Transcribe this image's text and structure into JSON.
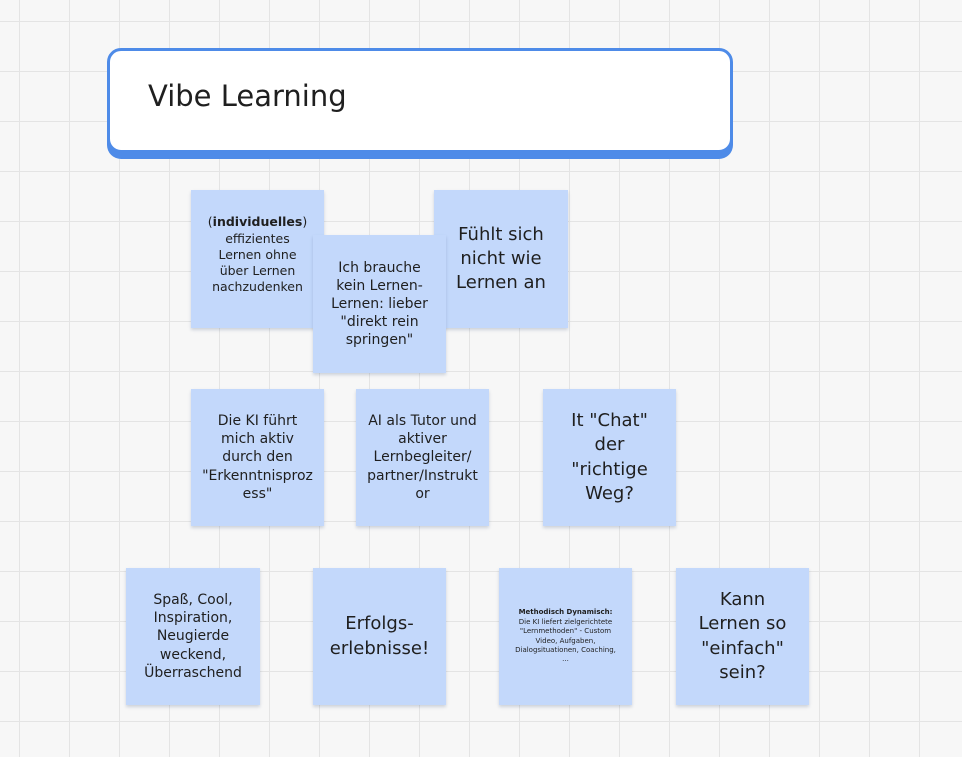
{
  "board": {
    "frame_title": "Vibe Learning"
  },
  "notes": {
    "n1": {
      "prefix": "(",
      "bold": "individuelles",
      "suffix": ")",
      "line2": "effizientes",
      "line3": "Lernen ohne",
      "line4": "über Lernen",
      "line5": "nachzudenken"
    },
    "n2": {
      "text": "Ich brauche kein Lernen-Lernen: lieber \"direkt rein springen\""
    },
    "n3": {
      "text": "Fühlt sich nicht wie Lernen an"
    },
    "n4": {
      "text": "Die KI führt mich aktiv durch den \"Erkenntnisprozess\""
    },
    "n5": {
      "text": "AI als Tutor und aktiver Lernbegleiter/ partner/Instruktor"
    },
    "n6": {
      "text": "It \"Chat\" der \"richtige Weg?"
    },
    "n7": {
      "text": "Spaß, Cool, Inspiration, Neugierde weckend, Überraschend"
    },
    "n8": {
      "text": "Erfolgs-erlebnisse!"
    },
    "n9": {
      "bold": "Methodisch Dynamisch:",
      "text": "Die KI liefert zielgerichtete \"Lernmethoden\" - Custom Video, Aufgaben, Dialogsituationen, Coaching, ..."
    },
    "n10": {
      "text": "Kann Lernen so \"einfach\" sein?"
    }
  },
  "colors": {
    "note_fill": "#c3d8fb",
    "frame_border": "#4e8be8",
    "canvas_bg": "#f7f7f7"
  }
}
